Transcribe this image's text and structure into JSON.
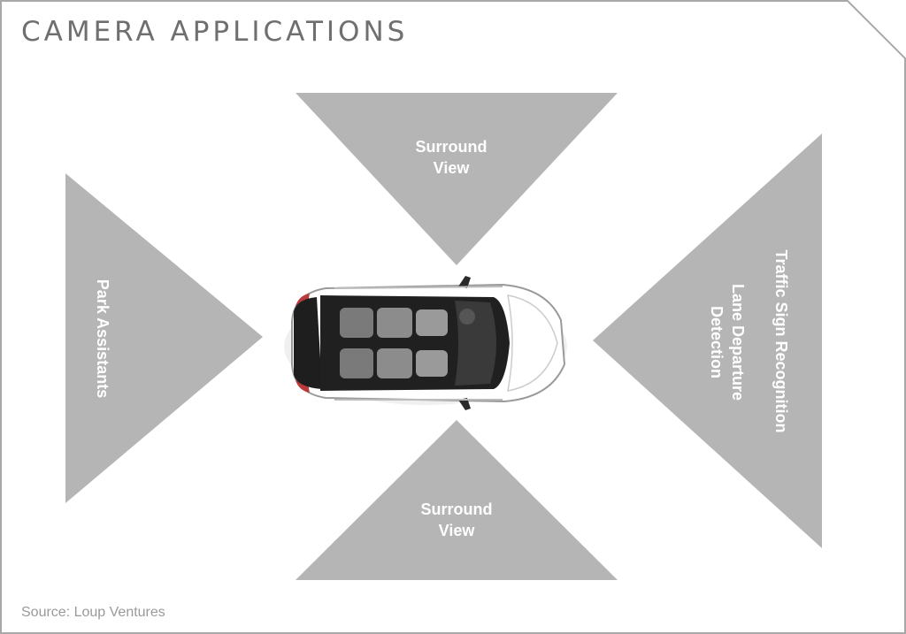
{
  "title": "CAMERA APPLICATIONS",
  "source": "Source: Loup Ventures",
  "zones": {
    "front": {
      "lines": [
        "Surround",
        "View"
      ]
    },
    "rear": {
      "lines": [
        "Surround",
        "View"
      ]
    },
    "left": {
      "lines": [
        "Park Assistants"
      ]
    },
    "right_outer": {
      "lines": [
        "Traffic Sign Recognition"
      ]
    },
    "right_inner": {
      "lines": [
        "Lane Departure",
        "Detection"
      ]
    }
  },
  "colors": {
    "zone_fill": "#b5b5b5",
    "frame_stroke": "#a8a8a8",
    "title": "#6f6f6f",
    "label": "#ffffff"
  },
  "icons": {
    "vehicle": "car-top-view-icon"
  }
}
